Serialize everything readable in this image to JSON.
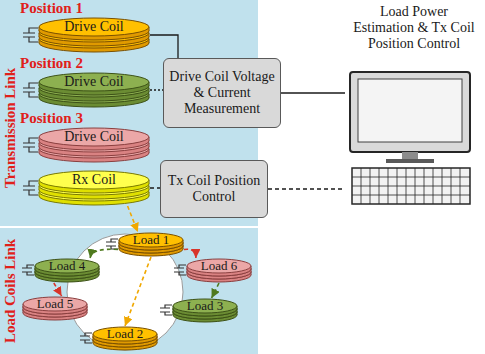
{
  "diagram": {
    "nodes": [
      {
        "text": [
          "Transmission Link"
        ]
      },
      {
        "text": [
          "Drive Coil"
        ],
        "in": 0
      },
      {
        "text": [
          "Drive Coil"
        ],
        "in": 0
      },
      {
        "text": [
          "Drive Coil"
        ],
        "in": 0
      },
      {
        "text": [
          "Rx Coil"
        ],
        "in": 0
      },
      {
        "text": [
          "Drive Coil Voltage & Current Measurement"
        ]
      },
      {
        "text": [
          "Tx Coil Position Control"
        ]
      },
      {
        "text": [
          "Load Power Estimation & Tx Coil Position Control"
        ]
      },
      {
        "text": [
          "Load Coils Link"
        ]
      },
      {
        "text": [
          "Load 1"
        ],
        "in": 8
      },
      {
        "text": [
          "Load 4"
        ],
        "in": 8
      },
      {
        "text": [
          "Load 6"
        ],
        "in": 8
      },
      {
        "text": [
          "Load 5"
        ],
        "in": 8
      },
      {
        "text": [
          "Load 3"
        ],
        "in": 8
      },
      {
        "text": [
          "Load 2"
        ],
        "in": 8
      }
    ],
    "edges": [
      {
        "from": 1,
        "to": 5,
        "arrow": "none"
      },
      {
        "from": 2,
        "to": 5,
        "arrow": "none"
      },
      {
        "from": 5,
        "to": 7,
        "arrow": "none"
      },
      {
        "from": 4,
        "to": 6,
        "arrow": "none"
      },
      {
        "from": 6,
        "to": 7,
        "arrow": "none"
      },
      {
        "from": 4,
        "to": 9,
        "arrow": "to"
      },
      {
        "from": 9,
        "to": 10,
        "arrow": "to"
      },
      {
        "from": 9,
        "to": 11,
        "arrow": "to"
      },
      {
        "from": 9,
        "to": 14,
        "arrow": "to"
      },
      {
        "from": 10,
        "to": 12,
        "arrow": "to"
      },
      {
        "from": 11,
        "to": 13,
        "arrow": "to"
      }
    ],
    "labels": [
      "Position 1",
      "Position 2",
      "Position 3"
    ]
  }
}
